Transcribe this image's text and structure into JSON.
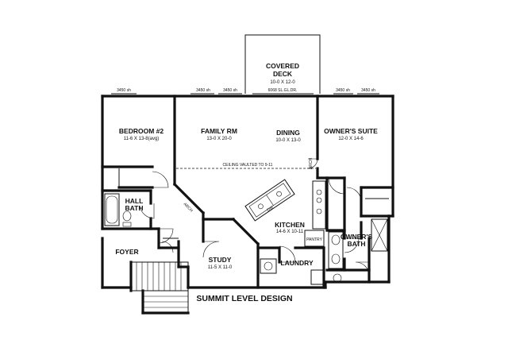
{
  "rooms": {
    "covered_deck": {
      "name": "COVERED",
      "name2": "DECK",
      "size": "10-0 X 12-0"
    },
    "bedroom2": {
      "name": "BEDROOM #2",
      "size": "11-6 X 13-8(avg)"
    },
    "family_rm": {
      "name": "FAMILY RM",
      "size": "13-0 X 20-0"
    },
    "dining": {
      "name": "DINING",
      "size": "10-0 X 13-0"
    },
    "owners_suite": {
      "name": "OWNER'S SUITE",
      "size": "12-0 X 14-6"
    },
    "hall_bath": {
      "name": "HALL",
      "name2": "BATH"
    },
    "foyer": {
      "name": "FOYER"
    },
    "kitchen": {
      "name": "KITCHEN",
      "size": "14-6 X 10-11"
    },
    "pantry": {
      "name": "PANTRY"
    },
    "owners_bath": {
      "name": "OWNER'S",
      "name2": "BATH"
    },
    "study": {
      "name": "STUDY",
      "size": "11-5 X 11-0"
    },
    "laundry": {
      "name": "LAUNDRY"
    }
  },
  "windows": {
    "w1": "3450 sh",
    "w2": "3450 sh",
    "w3": "3450 sh",
    "w4": "6068 SL.GL.DR.",
    "w5": "3450 sh",
    "w6": "3450 sh"
  },
  "notes": {
    "ceiling": "CEILING VAULTED TO 9-11",
    "arch1": "ARCH",
    "arch2": "ARCH",
    "dw": "DW"
  },
  "caption": "SUMMIT LEVEL DESIGN"
}
